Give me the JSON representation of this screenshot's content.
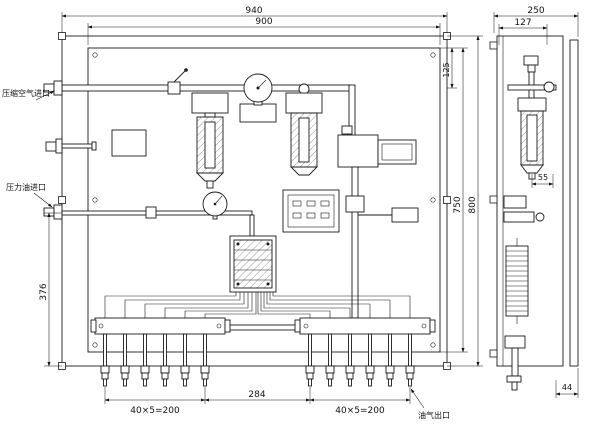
{
  "drawing": {
    "title": "oil-air lubrication panel assembly drawing",
    "labels": {
      "air_inlet": "压缩空气进口",
      "oil_inlet": "压力油进口",
      "oil_gas_outlet": "油气出口"
    },
    "dims": {
      "d940": "940",
      "d900": "900",
      "d250": "250",
      "d127": "127",
      "d125": "125",
      "d800": "800",
      "d750": "750",
      "d376": "376",
      "d55": "55",
      "d44": "44",
      "d284": "284",
      "bottom_left": "40×5=200",
      "bottom_right": "40×5=200"
    },
    "colors": {
      "line": "#1a1a1a",
      "background": "#ffffff"
    }
  }
}
